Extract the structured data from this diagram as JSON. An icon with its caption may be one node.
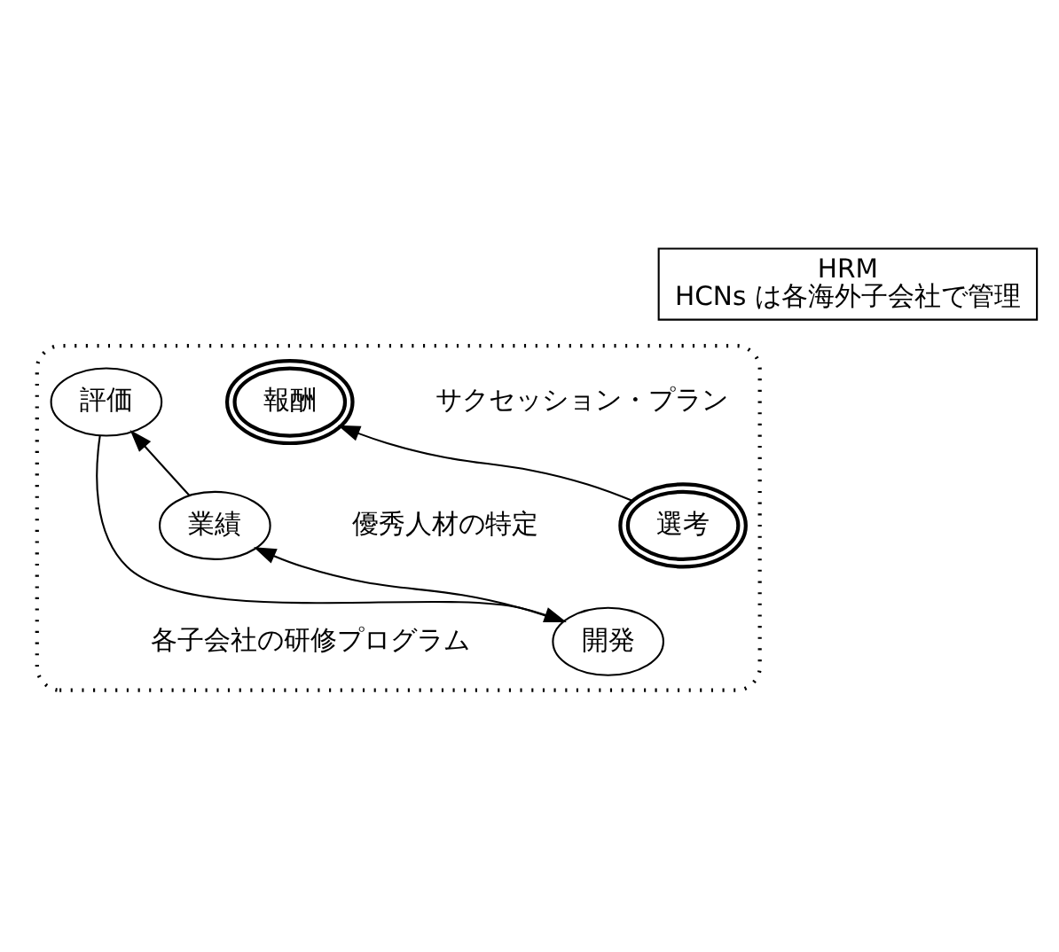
{
  "diagram": {
    "nodes": [
      {
        "text": [],
        "shape": "box"
      },
      {
        "text": [
          "HRM",
          "HCNs は各海外子会社で管理"
        ]
      },
      {
        "text": [
          "報酬"
        ],
        "in": 0,
        "beside": [
          "サクセッション・プラン"
        ]
      },
      {
        "text": [
          "選考"
        ],
        "in": 0,
        "beside": [
          "優秀人材の特定"
        ]
      },
      {
        "text": [
          "評価"
        ],
        "in": 0
      },
      {
        "text": [
          "業績"
        ],
        "in": 0
      },
      {
        "text": [
          "開発"
        ],
        "in": 0,
        "beside": [
          "各子会社の研修プログラム"
        ]
      }
    ],
    "edges": [
      {
        "from": 3,
        "to": 2,
        "arrow": "to"
      },
      {
        "from": 5,
        "to": 4,
        "arrow": "to"
      },
      {
        "from": 4,
        "to": 6,
        "arrow": "to"
      },
      {
        "from": 6,
        "to": 5,
        "arrow": "to"
      }
    ]
  }
}
